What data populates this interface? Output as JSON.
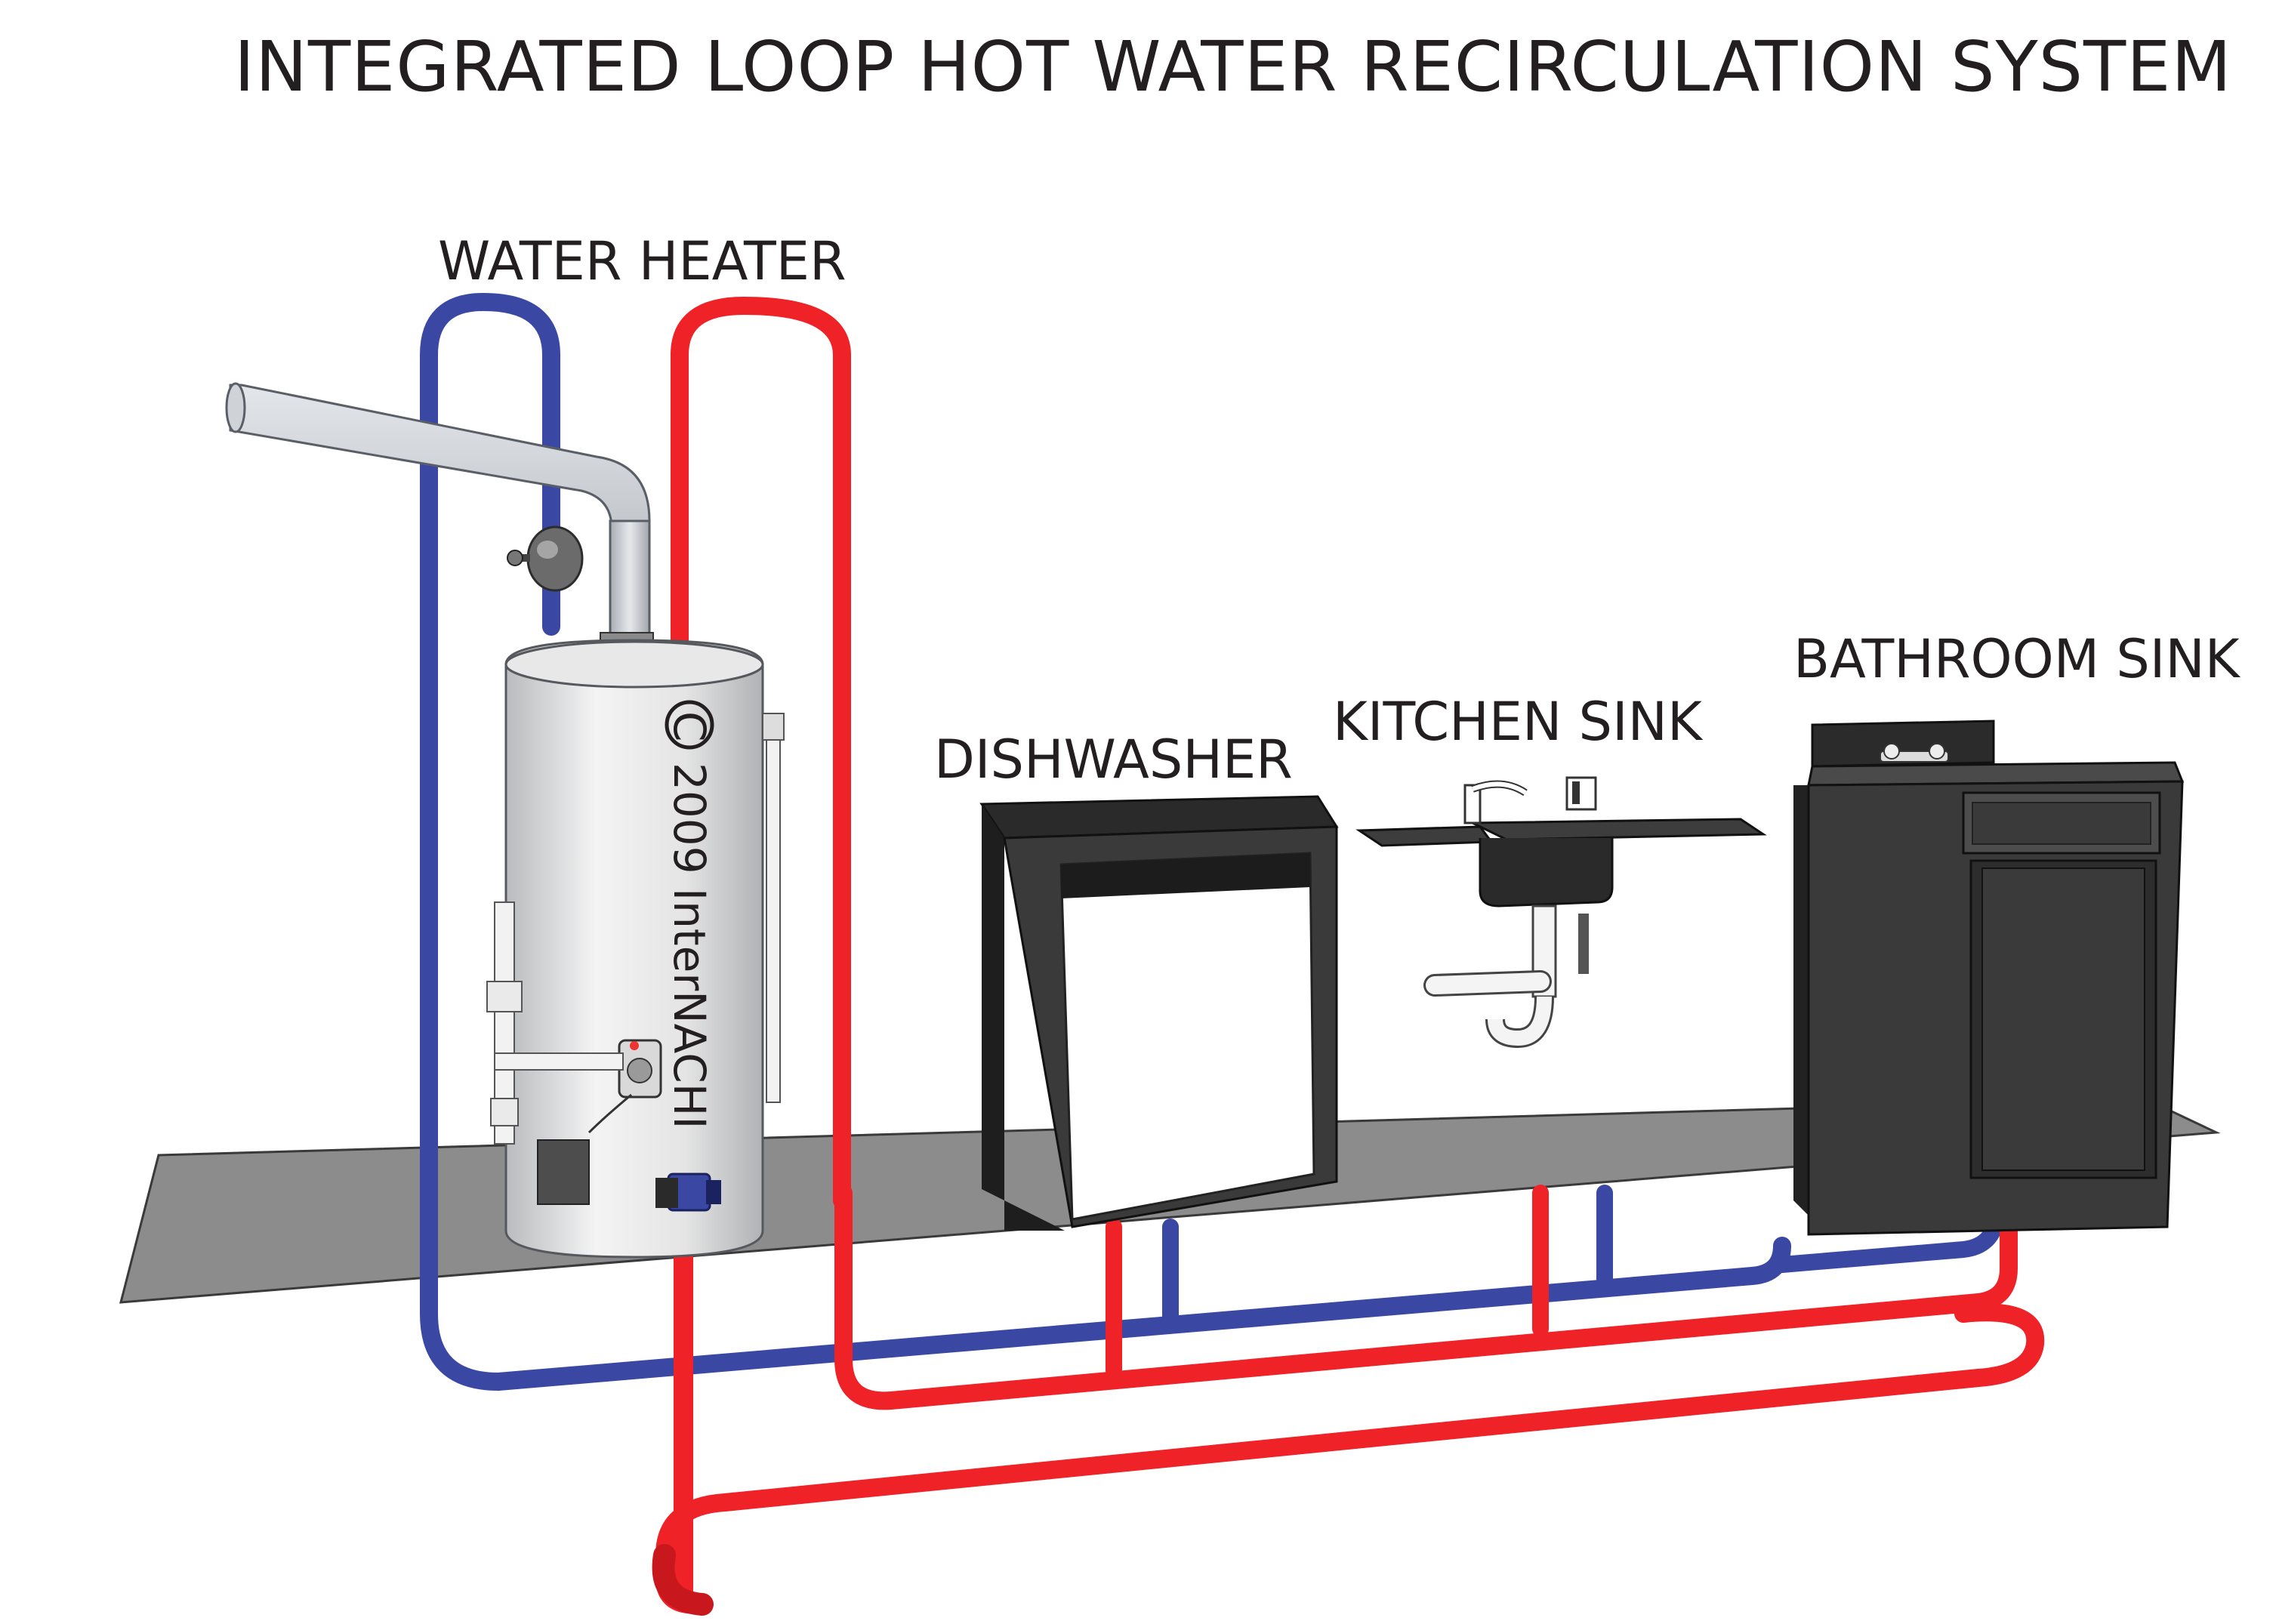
{
  "title": "INTEGRATED LOOP HOT WATER RECIRCULATION SYSTEM",
  "labels": {
    "water_heater": "WATER HEATER",
    "dishwasher": "DISHWASHER",
    "kitchen_sink": "KITCHEN SINK",
    "bathroom_sink": "BATHROOM SINK"
  },
  "copyright": {
    "symbol": "C",
    "text": "2009 InterNACHI"
  },
  "colors": {
    "hot": "#ee2227",
    "cold": "#3a48a4",
    "floor": "#8c8c8c",
    "cabinet": "#3b3b3b",
    "tank": "#e6e6e6",
    "vent": "#cfd1d6"
  }
}
